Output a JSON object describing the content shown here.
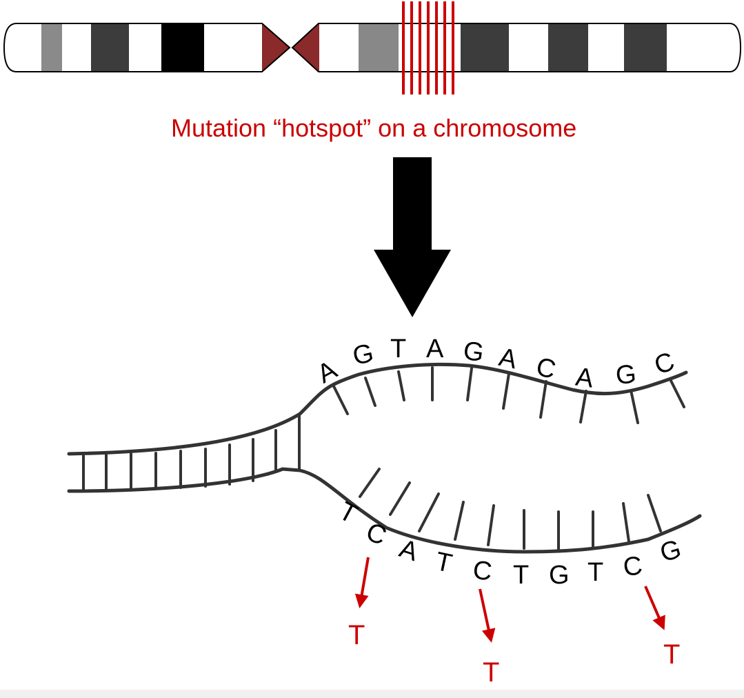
{
  "caption": "Mutation “hotspot” on a chromosome",
  "colors": {
    "mutation_red": "#cc0000",
    "centromere": "#8b2a2a",
    "band_dark": "#3c3c3c",
    "band_mid": "#888888",
    "band_black": "#000000",
    "strand": "#333333",
    "arrow": "#000000"
  },
  "top_strand_bases": [
    "A",
    "G",
    "T",
    "A",
    "G",
    "A",
    "C",
    "A",
    "G",
    "C"
  ],
  "bottom_strand_bases": [
    "T",
    "C",
    "A",
    "T",
    "C",
    "T",
    "G",
    "T",
    "C",
    "G"
  ],
  "mutations": [
    {
      "from": "C",
      "to": "T"
    },
    {
      "from": "C",
      "to": "T"
    },
    {
      "from": "C",
      "to": "T"
    }
  ],
  "icons": {
    "down_arrow": "down-arrow-icon",
    "mutation_arrow": "red-arrow-icon"
  }
}
